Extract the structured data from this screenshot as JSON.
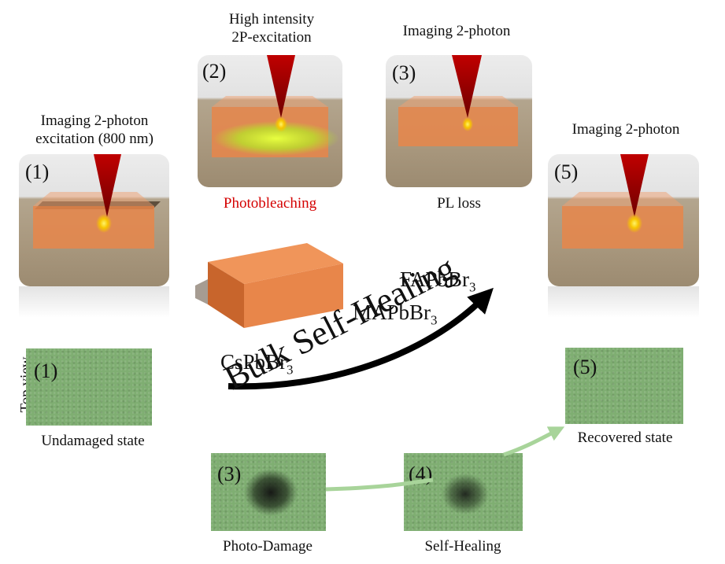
{
  "panels": [
    {
      "caption": "Imaging 2-photon\nexcitation (800 nm)",
      "number": "(1)",
      "sublabel": ""
    },
    {
      "caption": "High intensity\n2P-excitation",
      "number": "(2)",
      "sublabel": "Photobleaching"
    },
    {
      "caption": "Imaging 2-photon",
      "number": "(3)",
      "sublabel": "PL loss"
    },
    {
      "caption": "Imaging 2-photon",
      "number": "(5)",
      "sublabel": ""
    }
  ],
  "materials": [
    "FAPbBr",
    "MAPbBr",
    "CsPbBr"
  ],
  "subscript": "3",
  "arrow_label": "Bulk Self-Healing",
  "top_view_label": "Top view",
  "squares": [
    {
      "number": "(1)",
      "label": "Undamaged state"
    },
    {
      "number": "(3)",
      "label": "Photo-Damage"
    },
    {
      "number": "(4)",
      "label": "Self-Healing"
    },
    {
      "number": "(5)",
      "label": "Recovered state"
    }
  ],
  "colors": {
    "highlight": "#d40000",
    "crystal": "#e8864a",
    "laser": "#a50000",
    "top_view": "#7fae72",
    "healing_arrow": "#a8d49a"
  }
}
